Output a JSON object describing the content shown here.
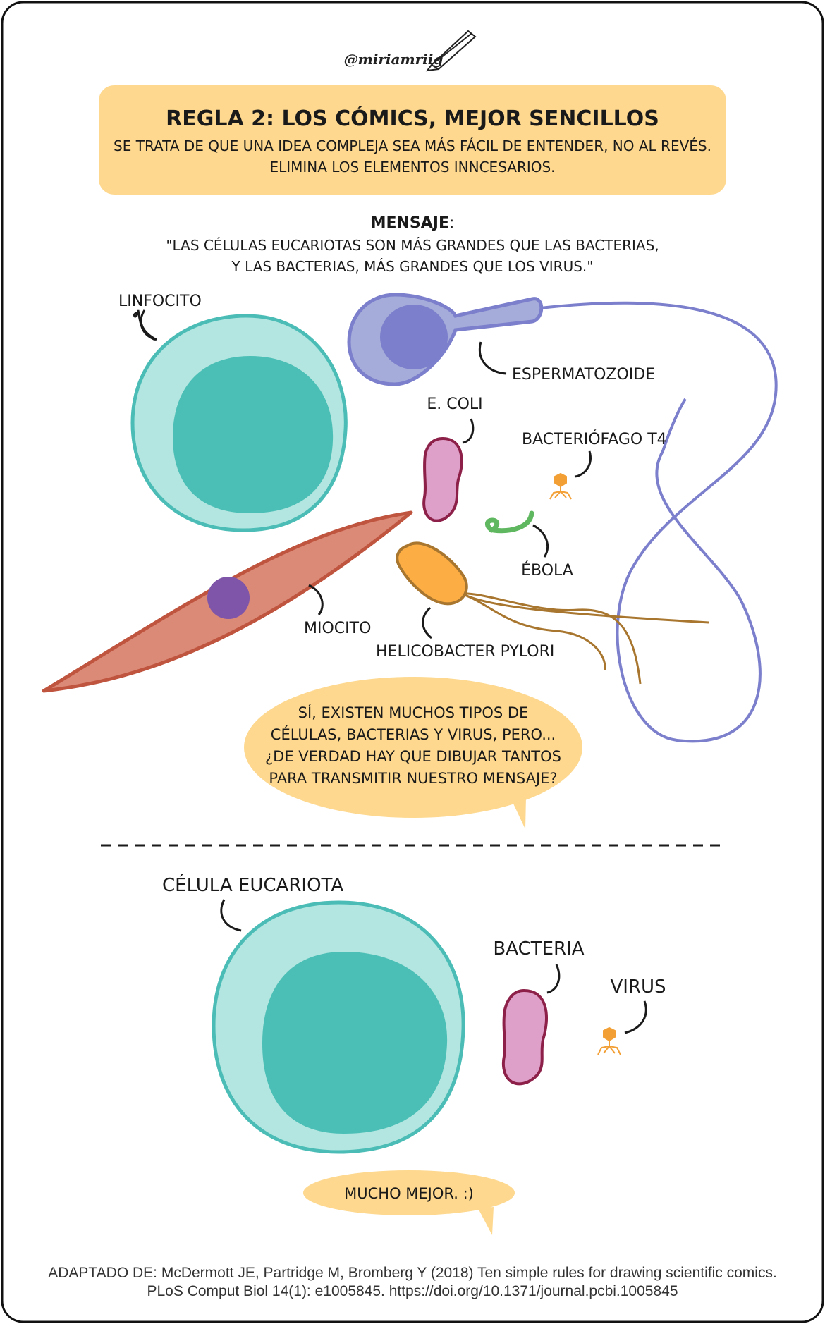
{
  "signature": "@miriamriig",
  "header": {
    "title": "REGLA 2: LOS CÓMICS, MEJOR SENCILLOS",
    "line1": "SE TRATA DE QUE UNA IDEA COMPLEJA SEA MÁS FÁCIL DE ENTENDER, NO AL REVÉS.",
    "line2": "ELIMINA LOS ELEMENTOS INNCESARIOS."
  },
  "message": {
    "heading": "MENSAJE",
    "colon": ":",
    "line1": "\"LAS CÉLULAS EUCARIOTAS SON MÁS GRANDES QUE LAS BACTERIAS,",
    "line2": "Y LAS BACTERIAS, MÁS GRANDES QUE LOS VIRUS.\""
  },
  "complex_labels": {
    "linfocito": "LINFOCITO",
    "espermatozoide": "ESPERMATOZOIDE",
    "ecoli": "E. COLI",
    "bacteriofago": "BACTERIÓFAGO T4",
    "ebola": "ÉBOLA",
    "miocito": "MIOCITO",
    "helicobacter": "HELICOBACTER PYLORI"
  },
  "bubble1": {
    "line1": "SÍ, EXISTEN MUCHOS TIPOS DE",
    "line2": "CÉLULAS, BACTERIAS Y VIRUS, PERO...",
    "line3": "¿DE VERDAD HAY QUE DIBUJAR TANTOS",
    "line4": "PARA TRANSMITIR NUESTRO MENSAJE?"
  },
  "simple_labels": {
    "eucariota": "CÉLULA EUCARIOTA",
    "bacteria": "BACTERIA",
    "virus": "VIRUS"
  },
  "bubble2": {
    "text": "MUCHO MEJOR. :)"
  },
  "footer": {
    "line1": "ADAPTADO DE: McDermott JE, Partridge M, Bromberg Y (2018) Ten simple rules for drawing scientific comics.",
    "line2": "PLoS Comput Biol 14(1): e1005845. https://doi.org/10.1371/journal.pcbi.1005845"
  },
  "colors": {
    "header_bg": "#fdd88e",
    "cell_outer": "#b3e6e0",
    "cell_nucleus": "#4bbfb6",
    "cell_stroke": "#4bbdb6",
    "sperm_fill": "#a6acd9",
    "sperm_stroke": "#7b7fcc",
    "bacteria_fill": "#dea0c8",
    "bacteria_stroke": "#8c2048",
    "myocyte_fill": "#db8a78",
    "myocyte_stroke": "#c0553f",
    "myocyte_nucleus": "#7e55a8",
    "helico_fill": "#fcae45",
    "helico_stroke": "#a8762e",
    "ebola": "#5fb860",
    "phage": "#f2a036"
  }
}
